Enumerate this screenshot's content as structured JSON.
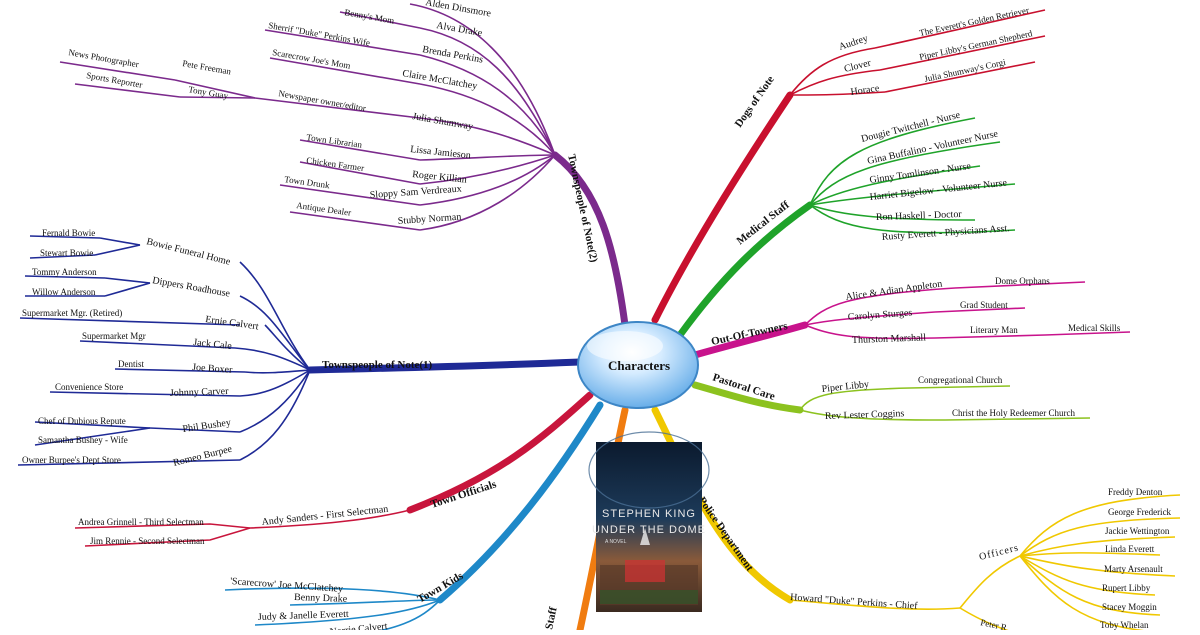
{
  "center": {
    "label": "Characters"
  },
  "branches": {
    "townspeople2": "Townspeople of Note(2)",
    "townspeople1": "Townspeople of Note(1)",
    "town_officials": "Town Officials",
    "town_kids": "Town Kids",
    "staff": "Staff",
    "dogs": "Dogs of Note",
    "medical": "Medical Staff",
    "out_of_towners": "Out-Of-Towners",
    "pastoral": "Pastoral Care",
    "police": "Police Department"
  },
  "townspeople2": {
    "children": [
      "Alden Dinsmore",
      "Alva Drake",
      "Brenda Perkins",
      "Claire McClatchey",
      "Julia Shumway",
      "Lissa Jamieson",
      "Roger Killian",
      "Sloppy Sam Verdreaux",
      "Stubby Norman"
    ],
    "notes": [
      "Benny's Mom",
      "Sherrif \"Duke\" Perkins Wife",
      "Scarecrow Joe's Mom",
      "Newspaper owner/editor",
      "Town Librarian",
      "Chicken Farmer",
      "Town Drunk",
      "Antique Dealer"
    ],
    "staff": [
      "Pete Freeman",
      "Tony Guay"
    ],
    "staff_roles": [
      "News Photographer",
      "Sports Reporter"
    ]
  },
  "townspeople1": {
    "children": [
      "Bowie Funeral Home",
      "Dippers Roadhouse",
      "Ernie Calvert",
      "Jack Cale",
      "Joe Boxer",
      "Johnny Carver",
      "Phil Bushey",
      "Romeo Burpee"
    ],
    "sub": [
      "Fernald Bowie",
      "Stewart Bowie",
      "Tommy Anderson",
      "Willow Anderson",
      "Supermarket Mgr. (Retired)",
      "Supermarket Mgr",
      "Dentist",
      "Convenience Store",
      "Chef of Dubious Repute",
      "Samantha Bushey - Wife",
      "Owner Burpee's Dept Store"
    ]
  },
  "town_officials": {
    "child": "Andy Sanders - First Selectman",
    "sub": [
      "Andrea Grinnell - Third Selectman",
      "Jim Rennie - Second Selectman"
    ]
  },
  "town_kids": {
    "children": [
      "'Scarecrow' Joe McClatchey",
      "Benny Drake",
      "Judy & Janelle Everett",
      "Norrie Calvert"
    ]
  },
  "dogs": {
    "children": [
      "Audrey",
      "Clover",
      "Horace"
    ],
    "notes": [
      "The Everett's Golden Retriever",
      "Piper Libby's German Shepherd",
      "Julia Shumway's Corgi"
    ]
  },
  "medical": {
    "children": [
      "Dougie Twitchell - Nurse",
      "Gina Buffalino - Volunteer Nurse",
      "Ginny Tomlinson - Nurse",
      "Harriet Bigelow - Volunteer Nurse",
      "Ron Haskell - Doctor",
      "Rusty Everett - Physicians Asst."
    ]
  },
  "out_of_towners": {
    "children": [
      "Alice & Adian Appleton",
      "Carolyn Sturges",
      "Thurston Marshall"
    ],
    "notes": [
      "Dome Orphans",
      "Grad Student",
      "Literary Man",
      "Medical Skills"
    ]
  },
  "pastoral": {
    "children": [
      "Piper Libby",
      "Rev Lester Coggins"
    ],
    "notes": [
      "Congregational Church",
      "Christ the Holy Redeemer Church"
    ]
  },
  "police": {
    "chief": "Howard \"Duke\" Perkins - Chief",
    "officers_label": "Officers",
    "officers": [
      "Freddy Denton",
      "George Frederick",
      "Jackie Wettington",
      "Linda Everett",
      "Marty Arsenault",
      "Rupert Libby",
      "Stacey Moggin",
      "Toby Whelan"
    ],
    "partial": "Peter R"
  },
  "book": {
    "author": "STEPHEN KING",
    "title": "UNDER THE DOME",
    "subtitle": "A NOVEL"
  },
  "colors": {
    "townspeople2": "#7b2a8c",
    "townspeople1": "#1f2a96",
    "town_officials": "#c8153c",
    "town_kids": "#1e88c8",
    "staff": "#f07c10",
    "dogs": "#c8102e",
    "medical": "#1fa32a",
    "out_of_towners": "#c8138c",
    "pastoral": "#8cc21f",
    "police": "#f0c800"
  }
}
